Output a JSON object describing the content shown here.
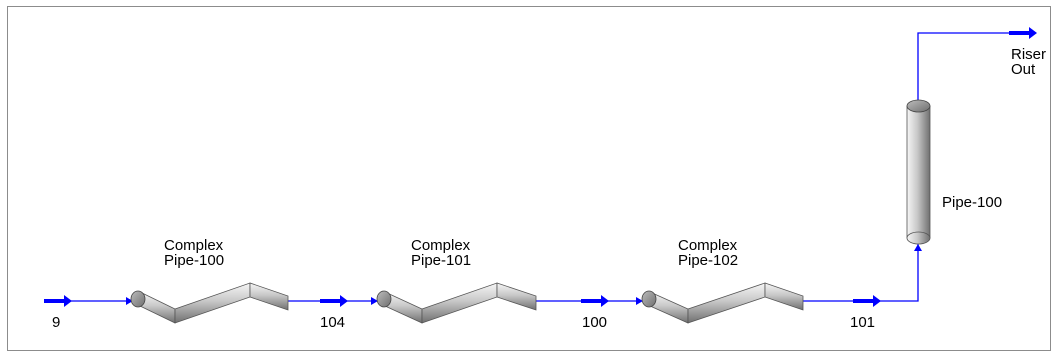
{
  "colors": {
    "stream": "#0000ff",
    "pipe_light": "#f4f4f4",
    "pipe_dark": "#7a7a7a",
    "frame": "#8c8c8c"
  },
  "streams": {
    "s9": "9",
    "s104": "104",
    "s100": "100",
    "s101": "101",
    "riser_out_line1": "Riser",
    "riser_out_line2": "Out"
  },
  "units": {
    "cp100": {
      "line1": "Complex",
      "line2": "Pipe-100",
      "icon": "complex-pipe-icon"
    },
    "cp101": {
      "line1": "Complex",
      "line2": "Pipe-101",
      "icon": "complex-pipe-icon"
    },
    "cp102": {
      "line1": "Complex",
      "line2": "Pipe-102",
      "icon": "complex-pipe-icon"
    },
    "pipe100": {
      "label": "Pipe-100",
      "icon": "vertical-pipe-icon"
    }
  }
}
